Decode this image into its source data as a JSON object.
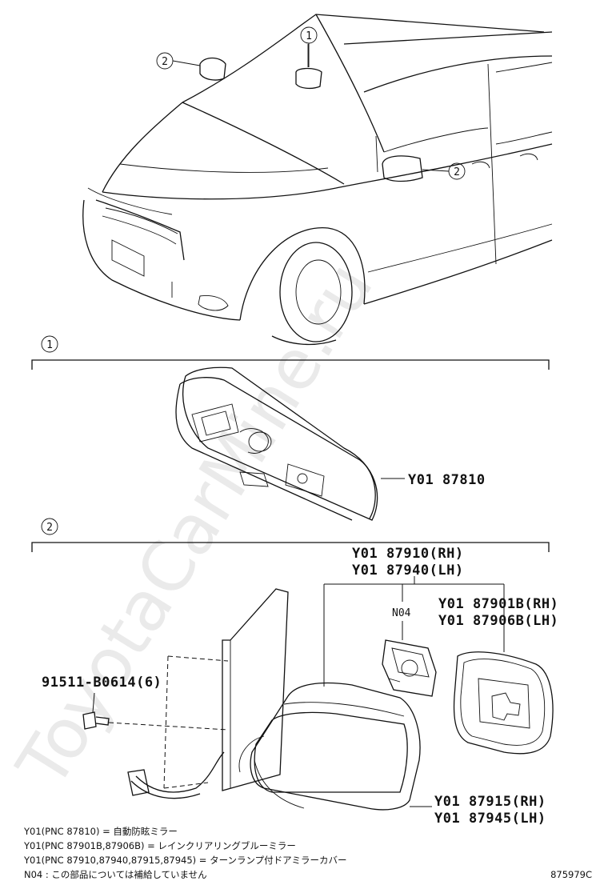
{
  "watermark": "ToyotaCarMine.ru",
  "callouts": {
    "one": "1",
    "two": "2"
  },
  "section1": {
    "marker": "1",
    "part_inner_mirror": "Y01 87810"
  },
  "section2": {
    "marker": "2",
    "mirror_assy_rh": "Y01 87910(RH)",
    "mirror_assy_lh": "Y01 87940(LH)",
    "n04_label": "N04",
    "mirror_glass_rh": "Y01 87901B(RH)",
    "mirror_glass_lh": "Y01 87906B(LH)",
    "screw": "91511-B0614(6)",
    "cover_rh": "Y01 87915(RH)",
    "cover_lh": "Y01 87945(LH)"
  },
  "notes": [
    "Y01(PNC 87810) = 自動防眩ミラー",
    "Y01(PNC 87901B,87906B) = レインクリアリングブルーミラー",
    "Y01(PNC 87910,87940,87915,87945) = ターンランプ付ドアミラーカバー",
    "N04 : この部品については補給していません"
  ],
  "figure_code": "875979C"
}
